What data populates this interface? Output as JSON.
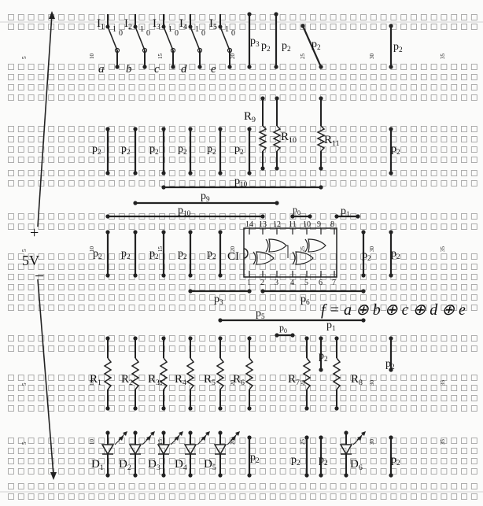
{
  "supply": {
    "voltage": "5V",
    "plus": "+",
    "minus": "−"
  },
  "column_numbers": [
    "5",
    "10",
    "15",
    "20",
    "25",
    "30",
    "35"
  ],
  "switches": {
    "names": [
      "I",
      "I",
      "I",
      "I",
      "I"
    ],
    "subs": [
      "1",
      "2",
      "3",
      "4",
      "5"
    ],
    "pos1": "1",
    "pos0": "0",
    "inputs": [
      "a",
      "b",
      "c",
      "d",
      "e"
    ]
  },
  "resistors": {
    "top": [
      {
        "name": "R",
        "sub": "9"
      },
      {
        "name": "R",
        "sub": "10"
      },
      {
        "name": "R",
        "sub": "11"
      }
    ],
    "bottom": [
      {
        "name": "R",
        "sub": "1"
      },
      {
        "name": "R",
        "sub": "2"
      },
      {
        "name": "R",
        "sub": "3"
      },
      {
        "name": "R",
        "sub": "4"
      },
      {
        "name": "R",
        "sub": "5"
      },
      {
        "name": "R",
        "sub": "6"
      },
      {
        "name": "R",
        "sub": "7"
      },
      {
        "name": "R",
        "sub": "8"
      }
    ]
  },
  "leds": [
    {
      "name": "D",
      "sub": "1"
    },
    {
      "name": "D",
      "sub": "2"
    },
    {
      "name": "D",
      "sub": "3"
    },
    {
      "name": "D",
      "sub": "4"
    },
    {
      "name": "D",
      "sub": "5"
    },
    {
      "name": "D",
      "sub": "6"
    }
  ],
  "wire_labels": {
    "p": "p",
    "p2": "2",
    "p3": "3",
    "p9": "9",
    "p10": "10",
    "p0": "0",
    "p1": "1",
    "p5": "5",
    "p6": "6"
  },
  "chip": {
    "label": "CI",
    "top_pins": [
      "14",
      "13",
      "12",
      "11",
      "10",
      "9",
      "8"
    ],
    "bottom_pins": [
      "1",
      "2",
      "3",
      "4",
      "5",
      "6",
      "7"
    ]
  },
  "formula": {
    "f": "f",
    "eq": "=",
    "xor": "⊕",
    "vars": [
      "a",
      "b",
      "c",
      "d",
      "e"
    ]
  }
}
